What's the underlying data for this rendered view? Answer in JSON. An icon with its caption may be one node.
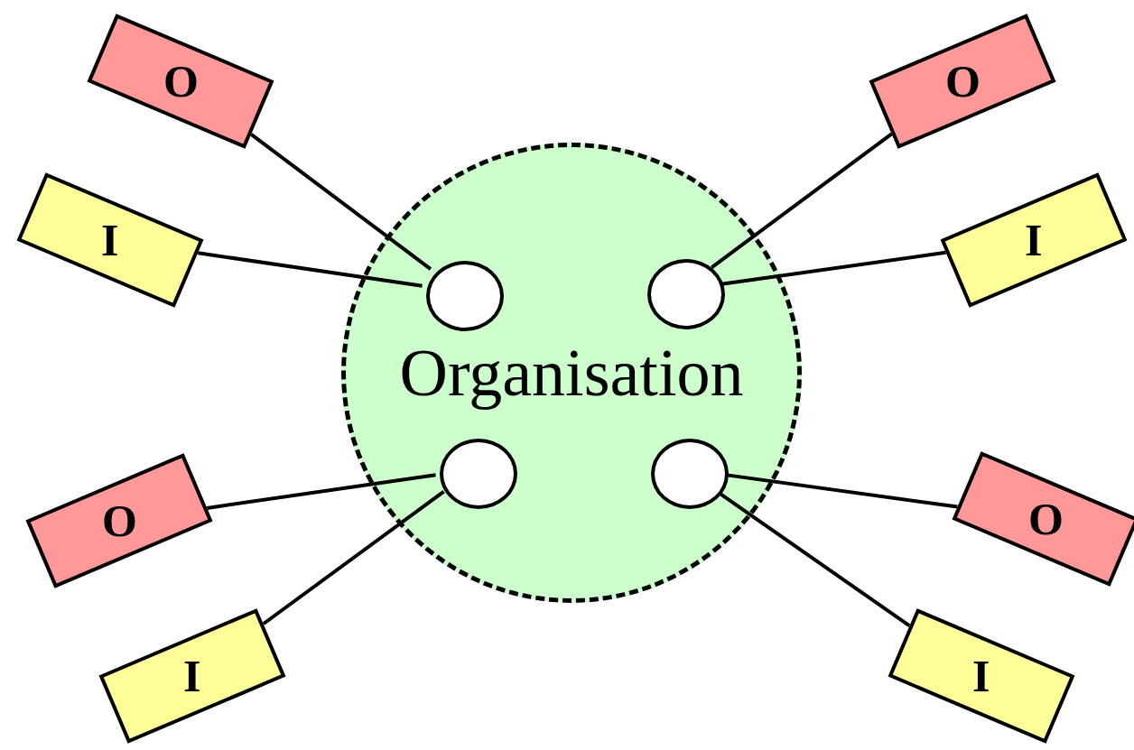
{
  "diagram": {
    "nodes": [
      {
        "text": [
          "Organisation"
        ]
      },
      {
        "text": [],
        "shape": "circle",
        "in": 0
      },
      {
        "text": [],
        "shape": "circle",
        "in": 0
      },
      {
        "text": [],
        "shape": "circle",
        "in": 0
      },
      {
        "text": [],
        "shape": "circle",
        "in": 0
      },
      {
        "text": [
          "O"
        ]
      },
      {
        "text": [
          "O"
        ]
      },
      {
        "text": [
          "I"
        ]
      },
      {
        "text": [
          "I"
        ]
      },
      {
        "text": [
          "O"
        ]
      },
      {
        "text": [
          "O"
        ]
      },
      {
        "text": [
          "I"
        ]
      },
      {
        "text": [
          "I"
        ]
      }
    ],
    "edges": [
      {
        "from": 5,
        "to": 1,
        "arrow": "none"
      },
      {
        "from": 7,
        "to": 1,
        "arrow": "none"
      },
      {
        "from": 2,
        "to": 6,
        "arrow": "none"
      },
      {
        "from": 2,
        "to": 8,
        "arrow": "none"
      },
      {
        "from": 3,
        "to": 9,
        "arrow": "none"
      },
      {
        "from": 3,
        "to": 11,
        "arrow": "none"
      },
      {
        "from": 4,
        "to": 10,
        "arrow": "none"
      },
      {
        "from": 4,
        "to": 12,
        "arrow": "none"
      }
    ]
  }
}
